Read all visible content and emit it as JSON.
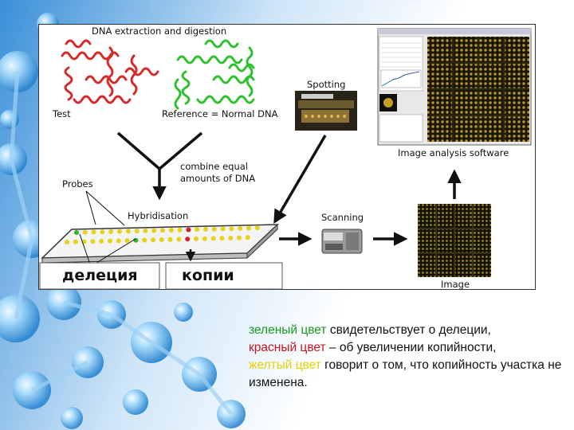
{
  "diagram": {
    "title": "DNA extraction and digestion",
    "test_label": "Test",
    "reference_label": "Reference = Normal DNA",
    "combine_label_line1": "combine equal",
    "combine_label_line2": "amounts of DNA",
    "spotting_label": "Spotting",
    "probes_label": "Probes",
    "hybridisation_label": "Hybridisation",
    "scanning_label": "Scanning",
    "image_label": "Image",
    "software_label": "Image analysis software",
    "deletion_box_label": "делеция",
    "copies_box_label": "копии"
  },
  "caption": {
    "green_term": "зеленый цвет",
    "green_rest": " свидетельствует о делеции,",
    "red_term": "красный цвет",
    "red_rest": " – об увеличении копийности,",
    "yellow_term": "желтый цвет",
    "yellow_rest": " говорит о том, что копийность участка не изменена."
  },
  "colors": {
    "test_dna": "#d42a2a",
    "reference_dna": "#2ec02e",
    "probe_yellow": "#e6d21a",
    "probe_green": "#2eb82e",
    "probe_red": "#d62020",
    "caption_green": "#1a9a1a",
    "caption_red": "#c8141e",
    "caption_yellow": "#e8d000",
    "background_blue": "#4a9ee0"
  },
  "icons": [
    "dna-strand-icon",
    "spotting-robot-icon",
    "scanner-icon",
    "microarray-image-icon",
    "software-screenshot-icon"
  ]
}
